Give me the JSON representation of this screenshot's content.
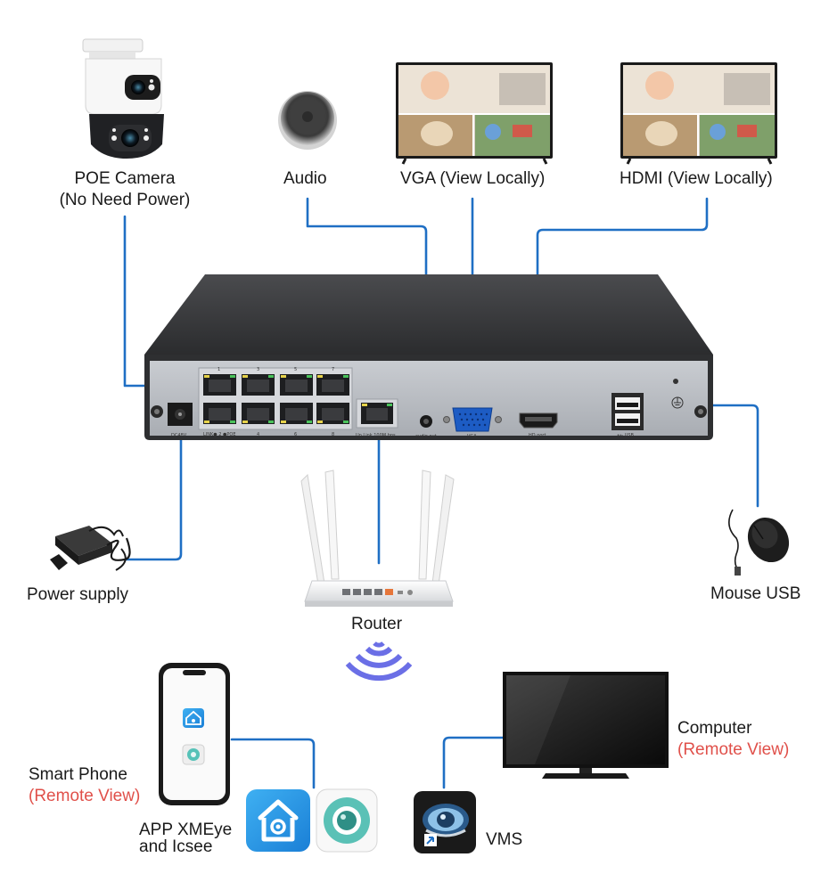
{
  "labels": {
    "poe_camera": "POE Camera",
    "poe_camera_sub": "(No Need Power)",
    "audio": "Audio",
    "vga": "VGA (View Locally)",
    "hdmi": "HDMI (View Locally)",
    "power_supply": "Power supply",
    "router": "Router",
    "mouse_usb": "Mouse USB",
    "smart_phone": "Smart Phone",
    "smart_phone_sub": "(Remote View)",
    "computer": "Computer",
    "computer_sub": "(Remote View)",
    "app_line1": "APP XMEye",
    "app_line2": "and Icsee",
    "vms": "VMS"
  },
  "nvr_ports": {
    "dc": "DC48V",
    "link_poe": "LINK● 2    ●POE",
    "p4": "4",
    "p6": "6",
    "p8": "8",
    "p1": "1",
    "p3": "3",
    "p5": "5",
    "p7": "7",
    "uplink": "Up Link 100M bps",
    "audio_out": "audio out",
    "vga": "VGA",
    "hd": "HD port",
    "usb": "•← USB"
  },
  "colors": {
    "wire": "#1f6fc4",
    "remote": "#e0504a",
    "wifi": "#6b6fe6"
  }
}
